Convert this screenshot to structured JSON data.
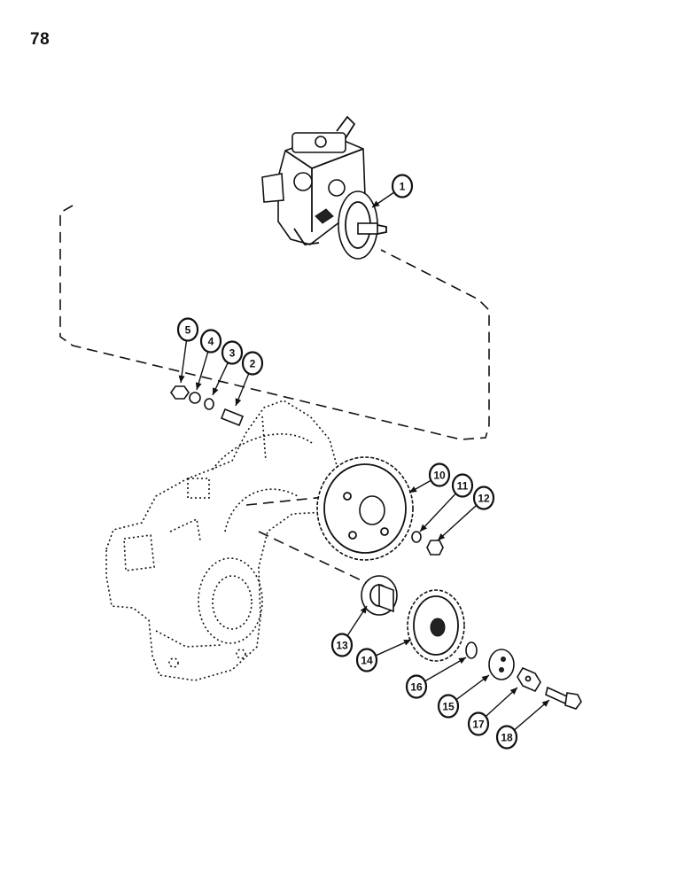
{
  "page_number": "78",
  "callouts": [
    "1",
    "2",
    "3",
    "4",
    "5",
    "10",
    "11",
    "12",
    "13",
    "14",
    "15",
    "16",
    "17",
    "18"
  ]
}
